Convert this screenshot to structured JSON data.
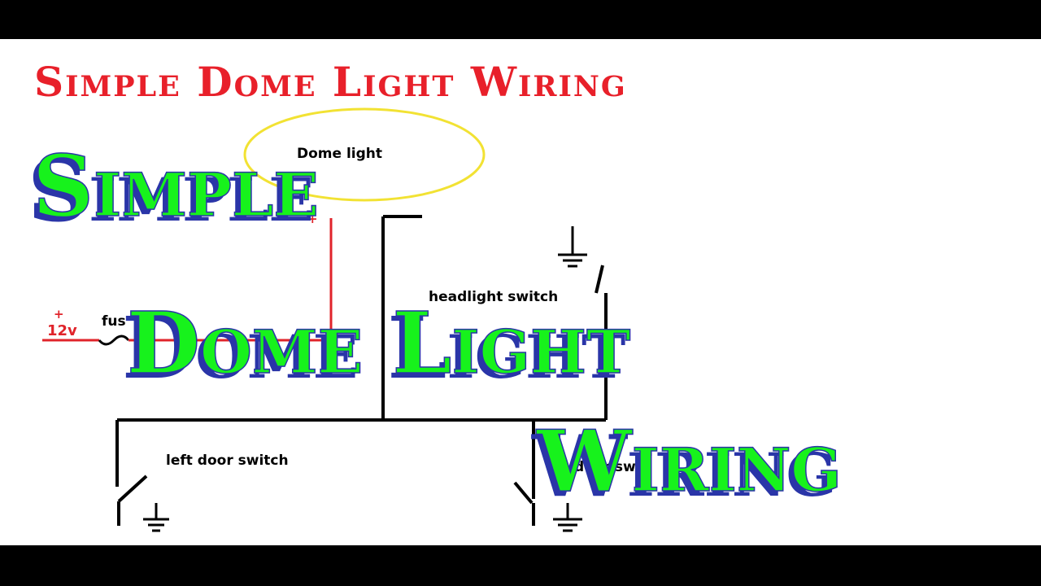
{
  "title": "Simple Dome Light Wiring",
  "overlay": {
    "line1": "Simple",
    "line2": "Dome Light",
    "line3": "Wiring"
  },
  "labels": {
    "dome_light": "Dome light",
    "headlight_switch": "headlight switch",
    "left_door_switch": "left door switch",
    "right_door_switch": "door swit",
    "fuse": "fus",
    "plus_power": "+",
    "plus_dome": "+",
    "voltage": "12v"
  },
  "colors": {
    "title": "#e8202a",
    "overlay_fill": "#17f21c",
    "overlay_shadow": "#2a35a8",
    "power_wire": "#e0242b",
    "ground_wire": "#000000",
    "dome_highlight": "#f2e233"
  }
}
